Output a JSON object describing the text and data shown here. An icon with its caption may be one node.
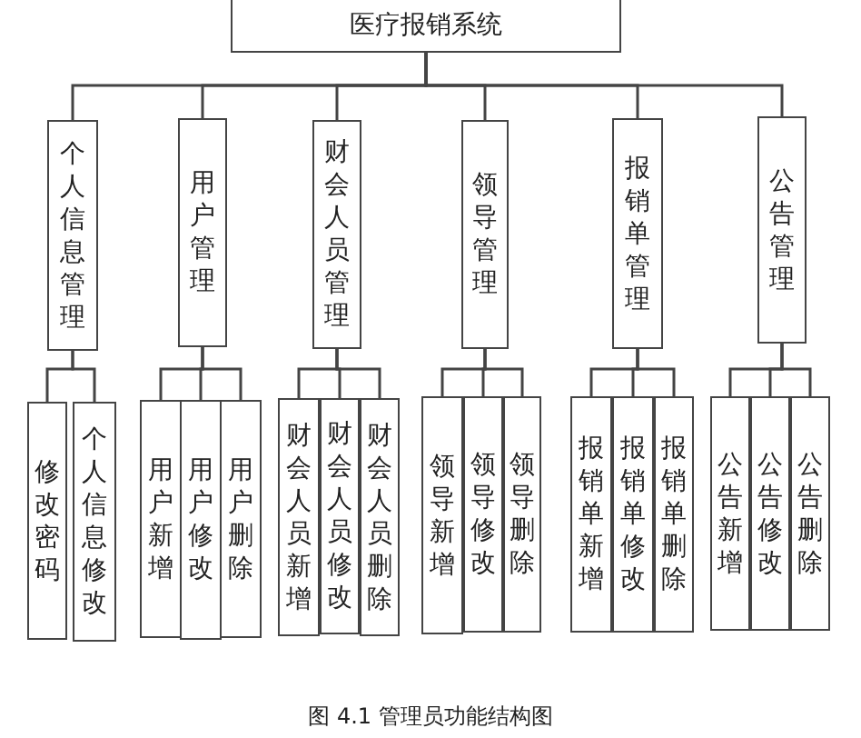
{
  "diagram": {
    "caption": "图 4.1 管理员功能结构图",
    "nodes": [
      {
        "text": [
          "医疗报销系统"
        ]
      },
      {
        "text": [
          "个人信息管理"
        ]
      },
      {
        "text": [
          "用户管理"
        ]
      },
      {
        "text": [
          "财会人员管理"
        ]
      },
      {
        "text": [
          "领导管理"
        ]
      },
      {
        "text": [
          "报销单管理"
        ]
      },
      {
        "text": [
          "公告管理"
        ]
      },
      {
        "text": [
          "修改密码"
        ]
      },
      {
        "text": [
          "个人信息修改"
        ]
      },
      {
        "text": [
          "用户新增"
        ]
      },
      {
        "text": [
          "用户修改"
        ]
      },
      {
        "text": [
          "用户删除"
        ]
      },
      {
        "text": [
          "财会人员新增"
        ]
      },
      {
        "text": [
          "财会人员修改"
        ]
      },
      {
        "text": [
          "财会人员删除"
        ]
      },
      {
        "text": [
          "领导新增"
        ]
      },
      {
        "text": [
          "领导修改"
        ]
      },
      {
        "text": [
          "领导删除"
        ]
      },
      {
        "text": [
          "报销单新增"
        ]
      },
      {
        "text": [
          "报销单修改"
        ]
      },
      {
        "text": [
          "报销单删除"
        ]
      },
      {
        "text": [
          "公告新增"
        ]
      },
      {
        "text": [
          "公告修改"
        ]
      },
      {
        "text": [
          "公告删除"
        ]
      }
    ],
    "edges": [
      {
        "from": 0,
        "to": 1,
        "arrow": "none"
      },
      {
        "from": 0,
        "to": 2,
        "arrow": "none"
      },
      {
        "from": 0,
        "to": 3,
        "arrow": "none"
      },
      {
        "from": 0,
        "to": 4,
        "arrow": "none"
      },
      {
        "from": 0,
        "to": 5,
        "arrow": "none"
      },
      {
        "from": 0,
        "to": 6,
        "arrow": "none"
      },
      {
        "from": 1,
        "to": 7,
        "arrow": "none"
      },
      {
        "from": 1,
        "to": 8,
        "arrow": "none"
      },
      {
        "from": 2,
        "to": 9,
        "arrow": "none"
      },
      {
        "from": 2,
        "to": 10,
        "arrow": "none"
      },
      {
        "from": 2,
        "to": 11,
        "arrow": "none"
      },
      {
        "from": 3,
        "to": 12,
        "arrow": "none"
      },
      {
        "from": 3,
        "to": 13,
        "arrow": "none"
      },
      {
        "from": 3,
        "to": 14,
        "arrow": "none"
      },
      {
        "from": 4,
        "to": 15,
        "arrow": "none"
      },
      {
        "from": 4,
        "to": 16,
        "arrow": "none"
      },
      {
        "from": 4,
        "to": 17,
        "arrow": "none"
      },
      {
        "from": 5,
        "to": 18,
        "arrow": "none"
      },
      {
        "from": 5,
        "to": 19,
        "arrow": "none"
      },
      {
        "from": 5,
        "to": 20,
        "arrow": "none"
      },
      {
        "from": 6,
        "to": 21,
        "arrow": "none"
      },
      {
        "from": 6,
        "to": 22,
        "arrow": "none"
      },
      {
        "from": 6,
        "to": 23,
        "arrow": "none"
      }
    ]
  }
}
